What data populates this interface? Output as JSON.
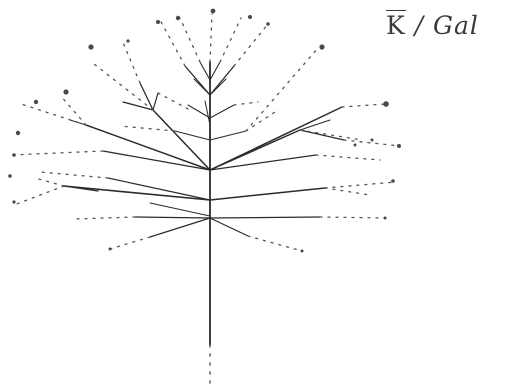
{
  "page": {
    "background": "#ffffff",
    "ink_color": "#2b2b2b",
    "dot_color": "#4a4a4a"
  },
  "caption": {
    "symbol": "K",
    "separator": " / ",
    "label": "Gal"
  },
  "drawing": {
    "subject": "tree-sketch"
  }
}
